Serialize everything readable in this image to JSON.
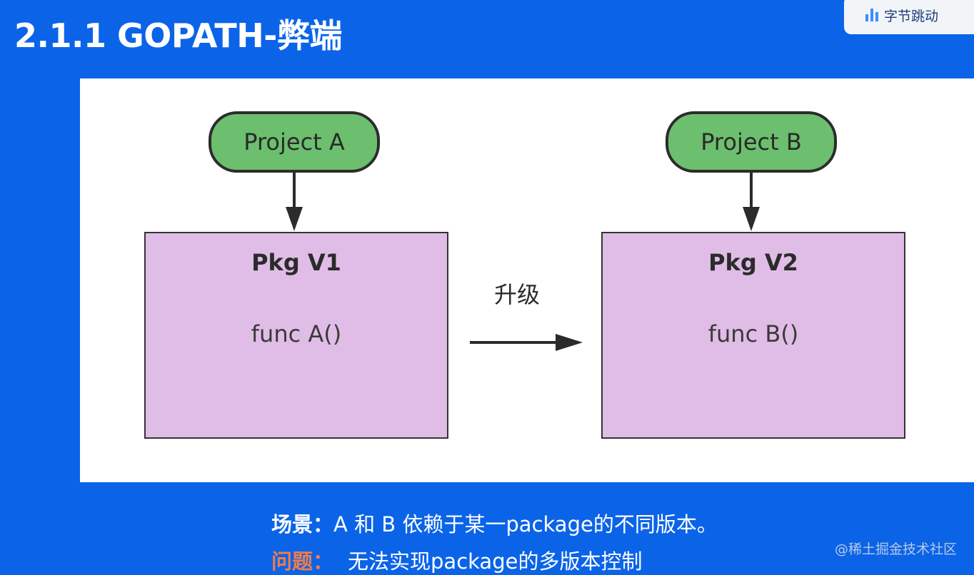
{
  "slide": {
    "title": "2.1.1 GOPATH-弊端"
  },
  "logo": {
    "icon": "bar-chart-logo-icon",
    "text": "字节跳动"
  },
  "diagram": {
    "project_a": "Project A",
    "project_b": "Project B",
    "pkg_v1": {
      "name": "Pkg V1",
      "func": "func A()"
    },
    "pkg_v2": {
      "name": "Pkg V2",
      "func": "func B()"
    },
    "upgrade_label": "升级",
    "colors": {
      "project_fill": "#6cbf6e",
      "pkg_fill": "#e0bde6",
      "background": "#0b64e8"
    }
  },
  "captions": {
    "scenario_key": "场景：",
    "scenario_text": "A 和 B 依赖于某一package的不同版本。",
    "problem_key": "问题：",
    "problem_text": "无法实现package的多版本控制",
    "colors": {
      "scenario_key": "#ffffff",
      "problem_key": "#f07c4a"
    }
  },
  "watermark": "@稀土掘金技术社区"
}
